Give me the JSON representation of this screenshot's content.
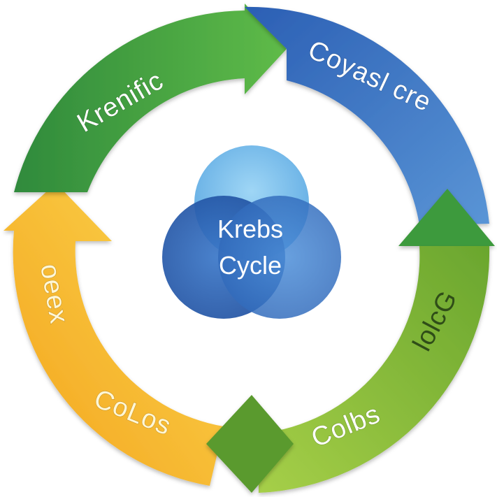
{
  "diagram": {
    "center": {
      "line1": "Krebs",
      "line2": "Cycle"
    },
    "segments": [
      {
        "label": "Krenific",
        "color_dark": "#2f8a3c",
        "color_light": "#6cc04a"
      },
      {
        "label": "Coyasl cre",
        "color_dark": "#2f5fb0",
        "color_light": "#5b97d8"
      },
      {
        "label": "lolcG",
        "color_dark": "#5f9a2a",
        "color_light": "#a9cf45"
      },
      {
        "label": "Colbs",
        "color_dark": "#4f8f2a",
        "color_light": "#9fc942"
      },
      {
        "label": "CoLos",
        "color_dark": "#f0a21e",
        "color_light": "#fbd24c"
      },
      {
        "label": "oeex",
        "color_dark": "#f0a21e",
        "color_light": "#fbd24c"
      }
    ],
    "circle_colors": {
      "top": "#6fb8ea",
      "left": "#2c63b3",
      "right": "#3f7fd0"
    }
  }
}
